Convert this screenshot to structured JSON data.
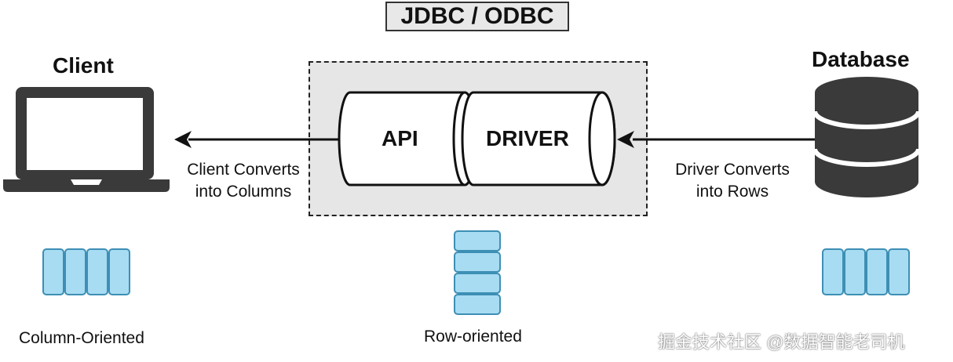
{
  "title": "JDBC / ODBC",
  "client": {
    "heading": "Client",
    "caption_line1": "Client Converts",
    "caption_line2": "into Columns",
    "format_label": "Column-Oriented"
  },
  "middle": {
    "api_label": "API",
    "driver_label": "DRIVER",
    "format_label": "Row-oriented"
  },
  "database": {
    "heading": "Database",
    "caption_line1": "Driver Converts",
    "caption_line2": "into Rows"
  },
  "watermark": "掘金技术社区 @数据智能老司机",
  "colors": {
    "block_fill": "#a8dcf2",
    "block_stroke": "#3d8fb5",
    "panel_fill": "#e6e6e6",
    "stroke": "#111111"
  }
}
